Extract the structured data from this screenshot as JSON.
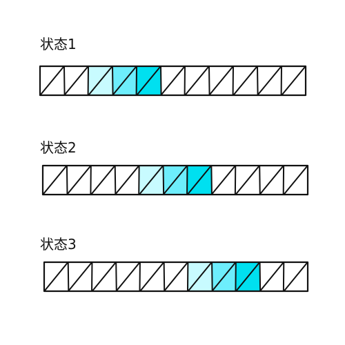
{
  "colors": {
    "stroke": "#111111",
    "background": "#ffffff",
    "highlight_light": "#c8fbff",
    "highlight_mid": "#6deefc",
    "highlight_strong": "#00e0f0"
  },
  "states": [
    {
      "label": "状态1",
      "cell_count": 11,
      "highlight_start": 3,
      "highlight_cells": 3
    },
    {
      "label": "状态2",
      "cell_count": 11,
      "highlight_start": 5,
      "highlight_cells": 3
    },
    {
      "label": "状态3",
      "cell_count": 11,
      "highlight_start": 7,
      "highlight_cells": 3
    }
  ]
}
